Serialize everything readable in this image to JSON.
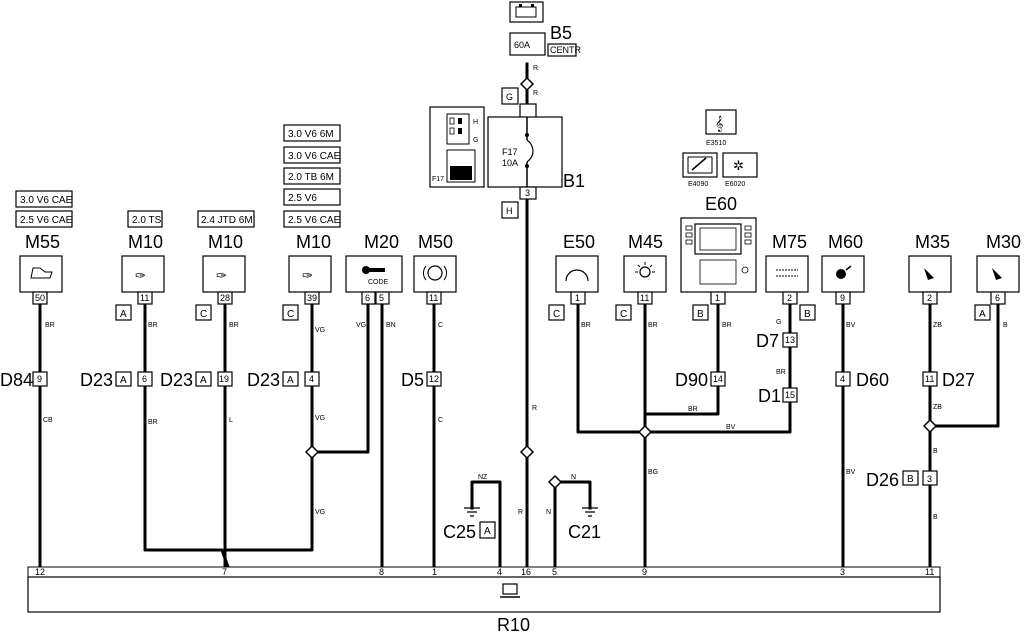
{
  "diagram": {
    "ecu": {
      "label": "R10",
      "pins": [
        "12",
        "7",
        "8",
        "1",
        "4",
        "16",
        "5",
        "9",
        "3",
        "11"
      ]
    },
    "battery": {
      "label": "B5",
      "fuse": "60A",
      "fuse_tag": "CENTR",
      "wire_colors": [
        "R",
        "R"
      ]
    },
    "fuse_box": {
      "label": "B1",
      "fuse": "F17",
      "rating": "10A",
      "connector_top": "G",
      "connector_bottom": "H",
      "pin_bottom": "3",
      "inset_labels": [
        "F17",
        "H",
        "G"
      ],
      "wire_color": "R"
    },
    "engine_variants": {
      "m55": [
        "3.0 V6 CAE",
        "2.5 V6 CAE"
      ],
      "m10_a": [
        "2.0 TS"
      ],
      "m10_b": [
        "2.4 JTD 6M"
      ],
      "m10_c": [
        "3.0 V6 6M",
        "3.0 V6 CAE",
        "2.0 TB 6M",
        "2.5 V6",
        "2.5 V6 CAE"
      ]
    },
    "components": {
      "m55": "M55",
      "m10_a": "M10",
      "m10_b": "M10",
      "m10_c": "M10",
      "m20": "M20",
      "m50": "M50",
      "e50": "E50",
      "m45": "M45",
      "e60": "E60",
      "m75": "M75",
      "m60": "M60",
      "m35": "M35",
      "m30": "M30",
      "e3510": "E3510",
      "e4090": "E4090",
      "e6020": "E6020",
      "m20_icon_text": "CODE"
    },
    "connectors": {
      "d84": "D84",
      "d23_a": "D23",
      "d23_b": "D23",
      "d23_c": "D23",
      "d5": "D5",
      "d90": "D90",
      "d7": "D7",
      "d1": "D1",
      "d60": "D60",
      "d27": "D27",
      "d26": "D26"
    },
    "grounds": {
      "c25": "C25",
      "c21": "C21",
      "c25_tag": "A"
    },
    "pins": {
      "m55": "50",
      "m10_a": "11",
      "m10_b": "28",
      "m10_c": "39",
      "m20_a": "6",
      "m20_b": "5",
      "m50": "11",
      "e50": "1",
      "m45": "11",
      "e60": "1",
      "m75": "2",
      "m60": "9",
      "m35": "2",
      "m30": "6",
      "d84": "9",
      "d23_a": "6",
      "d23_b": "19",
      "d23_c": "4",
      "d5": "12",
      "d90": "14",
      "d7": "13",
      "d1": "15",
      "d60": "4",
      "d27": "11",
      "d26": "3"
    },
    "tags": {
      "m10_a": "A",
      "m10_b": "C",
      "m10_c": "C",
      "e50": "C",
      "m45": "C",
      "e60": "B",
      "m75": "B",
      "m30": "A",
      "d23_a": "A",
      "d23_b": "A",
      "d23_c": "A",
      "d26": "B"
    },
    "wires": {
      "m55_top": "BR",
      "m55_bottom": "CB",
      "m10a_top": "BR",
      "m10a_bottom": "BR",
      "m10b_top": "BR",
      "m10b_bottom": "L",
      "m10c_top": "VG",
      "m10c_mid": "VG",
      "m10c_bottom": "VG",
      "m20_a": "VG",
      "m20_b": "BN",
      "m50_top": "C",
      "m50_bottom": "C",
      "e50": "BR",
      "m45": "BR",
      "e60": "BR",
      "d90_out": "BR",
      "m75_top": "G",
      "m75_mid": "BR",
      "splice_right": "BV",
      "splice_bottom": "BG",
      "m60_top": "BV",
      "m60_bottom": "BV",
      "m35_top": "ZB",
      "m35_mid": "ZB",
      "m35_low": "B",
      "m35_bottom": "B",
      "m30": "B",
      "ground_c25": "NZ",
      "ground_c21": "N",
      "c21_down": "N",
      "fuse_out": "R",
      "fuse_low": "R"
    }
  }
}
